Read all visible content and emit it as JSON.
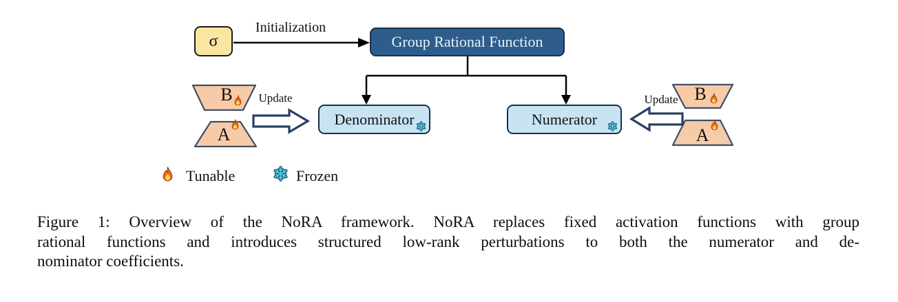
{
  "diagram": {
    "sigma_label": "σ",
    "initialization_label": "Initialization",
    "group_rational_function_label": "Group Rational Function",
    "denominator_label": "Denominator",
    "numerator_label": "Numerator",
    "left_branch": {
      "matrix_b": "B",
      "matrix_a": "A",
      "update_label": "Update"
    },
    "right_branch": {
      "matrix_b": "B",
      "matrix_a": "A",
      "update_label": "Update"
    },
    "legend": {
      "tunable_label": "Tunable",
      "frozen_label": "Frozen",
      "tunable_icon": "flame-icon",
      "frozen_icon": "snowflake-icon"
    },
    "colors": {
      "sigma_fill": "#FAE5A3",
      "grf_fill": "#2E5D8C",
      "subnode_fill": "#C8E4F4",
      "matrix_fill": "#F7CBA8",
      "node_outline": "#16304D",
      "block_arrow_outline": "#2B3F63",
      "flame": "#EE7418",
      "snowflake": "#4FC8E0",
      "line": "#000000"
    }
  },
  "caption": {
    "lines": [
      "Figure 1: Overview of the NoRA framework. NoRA replaces fixed activation functions with group",
      "rational functions and introduces structured low-rank perturbations to both the numerator and de-",
      "nominator coefficients."
    ]
  }
}
